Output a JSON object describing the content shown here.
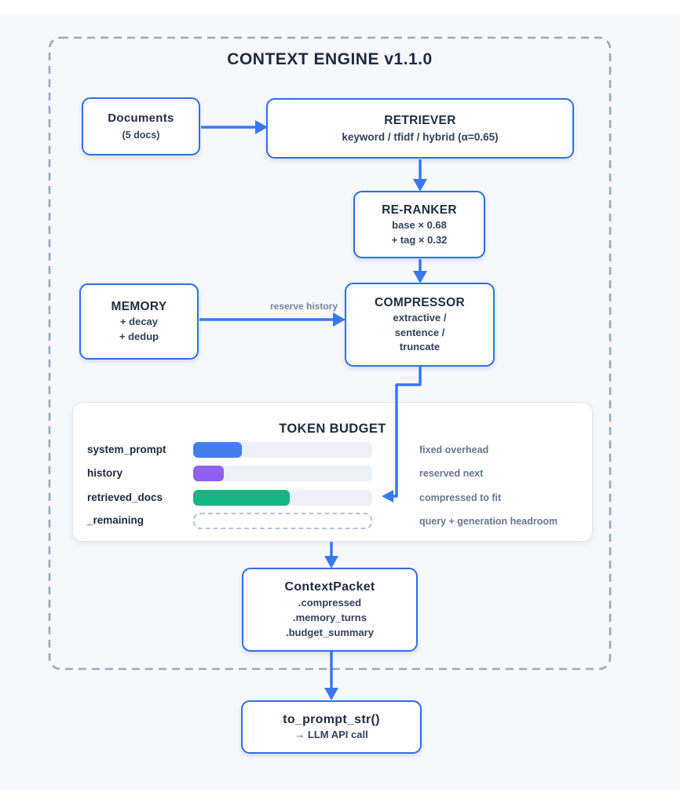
{
  "diagram": {
    "title": "CONTEXT ENGINE v1.1.0",
    "nodes": {
      "documents": {
        "title": "Documents",
        "subtitle": "(5 docs)"
      },
      "retriever": {
        "title": "RETRIEVER",
        "subtitle": "keyword / tfidf / hybrid (α=0.65)"
      },
      "reranker": {
        "title": "RE-RANKER",
        "lines": [
          "base × 0.68",
          "+ tag × 0.32"
        ]
      },
      "memory": {
        "title": "MEMORY",
        "lines": [
          "+ decay",
          "+ dedup"
        ]
      },
      "compressor": {
        "title": "COMPRESSOR",
        "lines": [
          "extractive /",
          "sentence /",
          "truncate"
        ]
      },
      "context_packet": {
        "title": "ContextPacket",
        "lines": [
          ".compressed",
          ".memory_turns",
          ".budget_summary"
        ]
      },
      "to_prompt": {
        "title": "to_prompt_str()",
        "subtitle": "→ LLM API call"
      }
    },
    "edge_labels": {
      "memory_to_compressor": "reserve history"
    },
    "token_budget": {
      "title": "TOKEN BUDGET",
      "rows": [
        {
          "label": "system_prompt",
          "fill_percent": 27,
          "color": "#447eec",
          "note": "fixed overhead",
          "style": "solid"
        },
        {
          "label": "history",
          "fill_percent": 17,
          "color": "#915ff2",
          "note": "reserved next",
          "style": "solid"
        },
        {
          "label": "retrieved_docs",
          "fill_percent": 54,
          "color": "#16b583",
          "note": "compressed to fit",
          "style": "solid"
        },
        {
          "label": "_remaining",
          "fill_percent": 0,
          "color": "",
          "note": "query + generation headroom",
          "style": "dashed"
        }
      ]
    },
    "colors": {
      "node_border": "#2e6ee8",
      "arrow_blue": "#3778ee",
      "dashed_container": "#9aa7bb",
      "canvas_bg": "#f7f8fb",
      "bar_track": "#edf0f6"
    }
  }
}
